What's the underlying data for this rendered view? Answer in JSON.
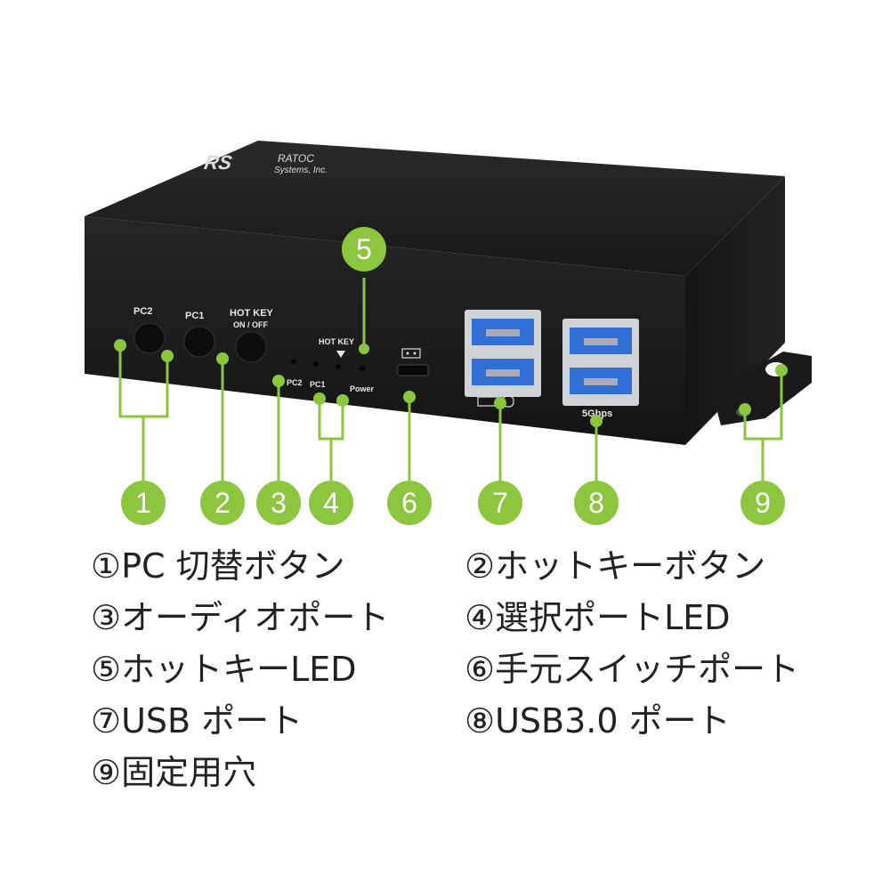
{
  "device": {
    "brand_line1": "RATOC",
    "brand_line2": "Systems, Inc.",
    "button_labels": {
      "pc2": "PC2",
      "pc1": "PC1",
      "hotkey_line1": "HOT KEY",
      "hotkey_line2": "ON / OFF"
    },
    "led_labels": {
      "hotkey": "HOT KEY",
      "pc2": "PC2",
      "pc1": "PC1",
      "power": "Power"
    },
    "usb3_label": "5Gbps"
  },
  "callouts": [
    "1",
    "2",
    "3",
    "4",
    "5",
    "6",
    "7",
    "8",
    "9"
  ],
  "legend": [
    "①PC 切替ボタン",
    "②ホットキーボタン",
    "③オーディオポート",
    "④選択ポートLED",
    "⑤ホットキーLED",
    "⑥手元スイッチポート",
    "⑦USB ポート",
    "⑧USB3.0 ポート",
    "⑨固定用穴"
  ],
  "colors": {
    "accent": "#8cc63f",
    "device_body": "#1e1e1e",
    "usb3_blue": "#2f6fd6"
  }
}
